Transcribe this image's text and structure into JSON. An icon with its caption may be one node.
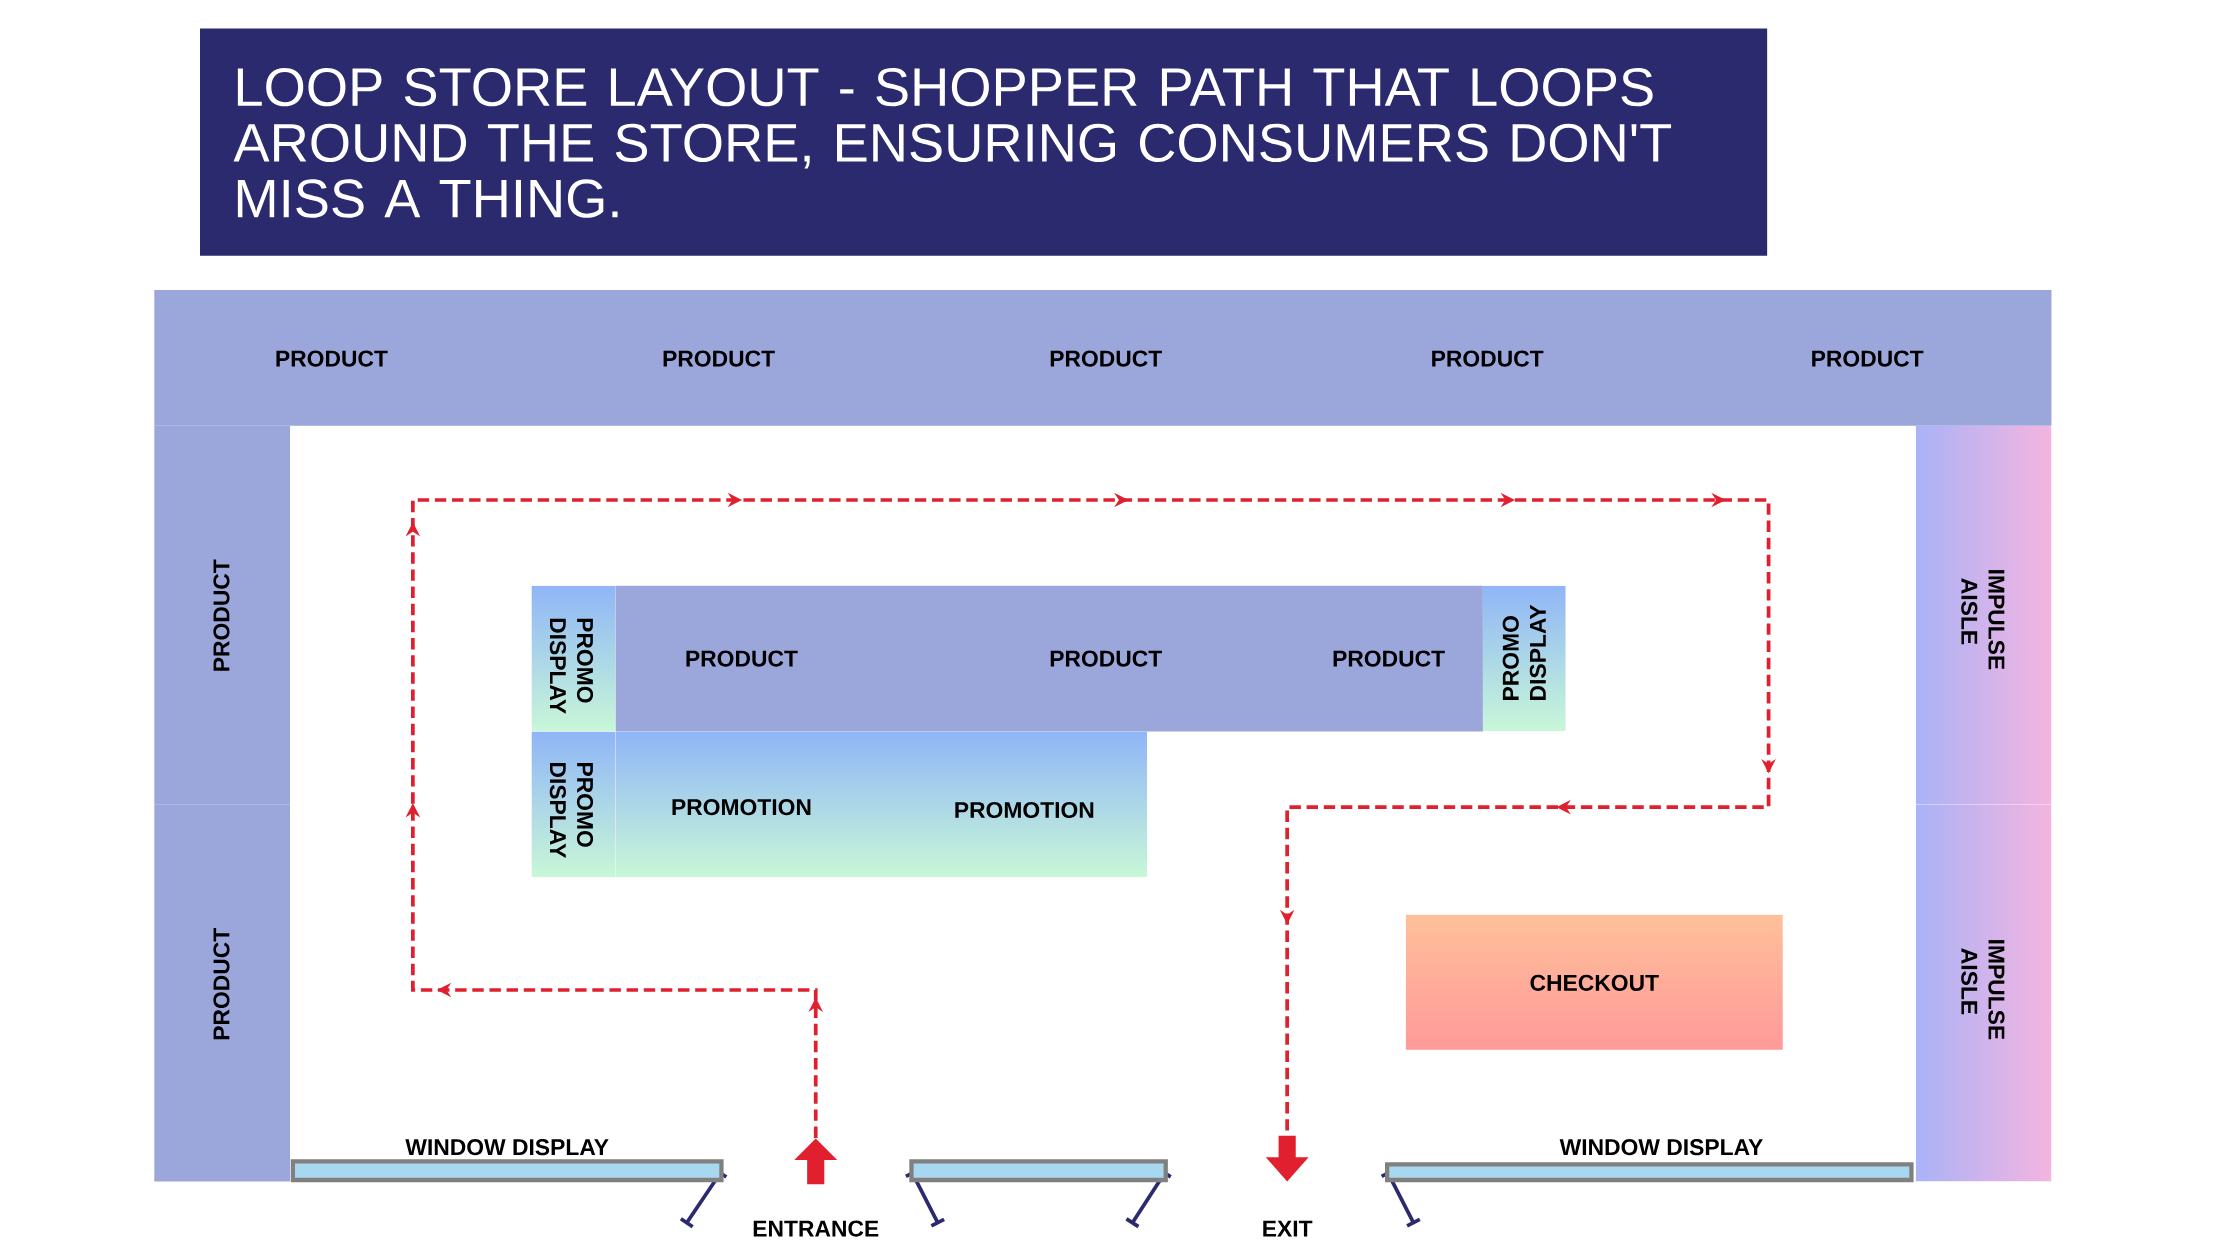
{
  "diagram": {
    "title": "LOOP STORE LAYOUT - SHOPPER PATH THAT LOOPS AROUND THE STORE, ENSURING CONSUMERS DON'T MISS A THING.",
    "nodes": [
      {
        "text": [
          "PRODUCT",
          "PRODUCT",
          "PRODUCT",
          "PRODUCT",
          "PRODUCT"
        ]
      },
      {
        "text": [
          "PRODUCT"
        ]
      },
      {
        "text": [
          "PRODUCT"
        ]
      },
      {
        "text": [
          "IMPULSE AISLE"
        ]
      },
      {
        "text": [
          "IMPULSE AISLE"
        ]
      },
      {
        "text": [
          "PROMO DISPLAY"
        ]
      },
      {
        "text": [
          "PRODUCT",
          "PRODUCT",
          "PRODUCT"
        ]
      },
      {
        "text": [
          "PROMO DISPLAY"
        ]
      },
      {
        "text": [
          "PROMO DISPLAY"
        ]
      },
      {
        "text": [
          "PROMOTION",
          "PROMOTION"
        ]
      },
      {
        "text": [
          "CHECKOUT"
        ]
      },
      {
        "text": [
          "WINDOW DISPLAY"
        ]
      },
      {
        "text": [],
        "shape": "bar"
      },
      {
        "text": [
          "WINDOW DISPLAY"
        ]
      },
      {
        "text": [],
        "shape": "arrow",
        "beside": [
          "ENTRANCE"
        ]
      },
      {
        "text": [],
        "shape": "arrow",
        "beside": [
          "EXIT"
        ]
      }
    ],
    "edges": [
      {
        "from": 14,
        "to": 15,
        "arrow": "to",
        "style": "dashed",
        "color": "#e0202e"
      }
    ]
  }
}
